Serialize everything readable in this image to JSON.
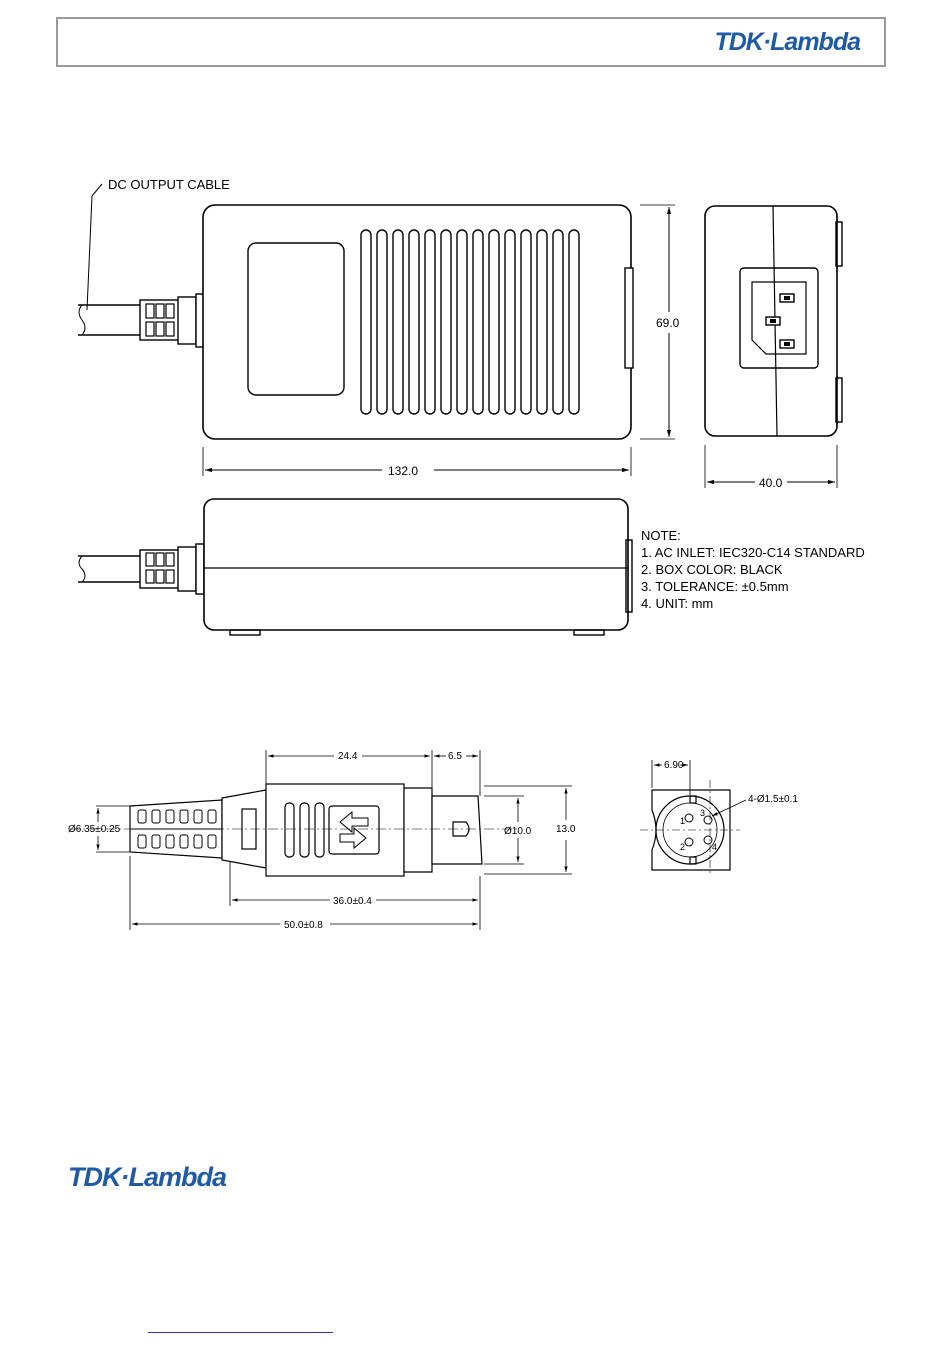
{
  "header": {
    "logo_text": "TDK·Lambda"
  },
  "footer": {
    "logo_text": "TDK·Lambda",
    "link_text": ""
  },
  "drawing": {
    "top_view": {
      "cable_label": "DC OUTPUT CABLE",
      "width_dim": "132.0",
      "height_dim": "69.0"
    },
    "side_view": {
      "depth_dim": "40.0"
    },
    "notes": {
      "title": "NOTE:",
      "items": [
        "1. AC INLET: IEC320-C14 STANDARD",
        "2. BOX COLOR: BLACK",
        "3. TOLERANCE: ±0.5mm",
        "4. UNIT: mm"
      ]
    },
    "connector": {
      "dim_24_4": "24.4",
      "dim_6_5": "6.5",
      "dim_cable_dia": "Ø6.35±0.25",
      "dim_dia_10": "Ø10.0",
      "dim_13": "13.0",
      "dim_36": "36.0±0.4",
      "dim_50": "50.0±0.8"
    },
    "pin_view": {
      "dim_6_90": "6.90",
      "pin_spec": "4-Ø1.5±0.1",
      "pin_labels": [
        "1",
        "2",
        "3",
        "4"
      ]
    }
  },
  "colors": {
    "brand_blue": "#1f5aa6",
    "border_gray": "#9a9a9a",
    "link_blue": "#3030d0"
  }
}
